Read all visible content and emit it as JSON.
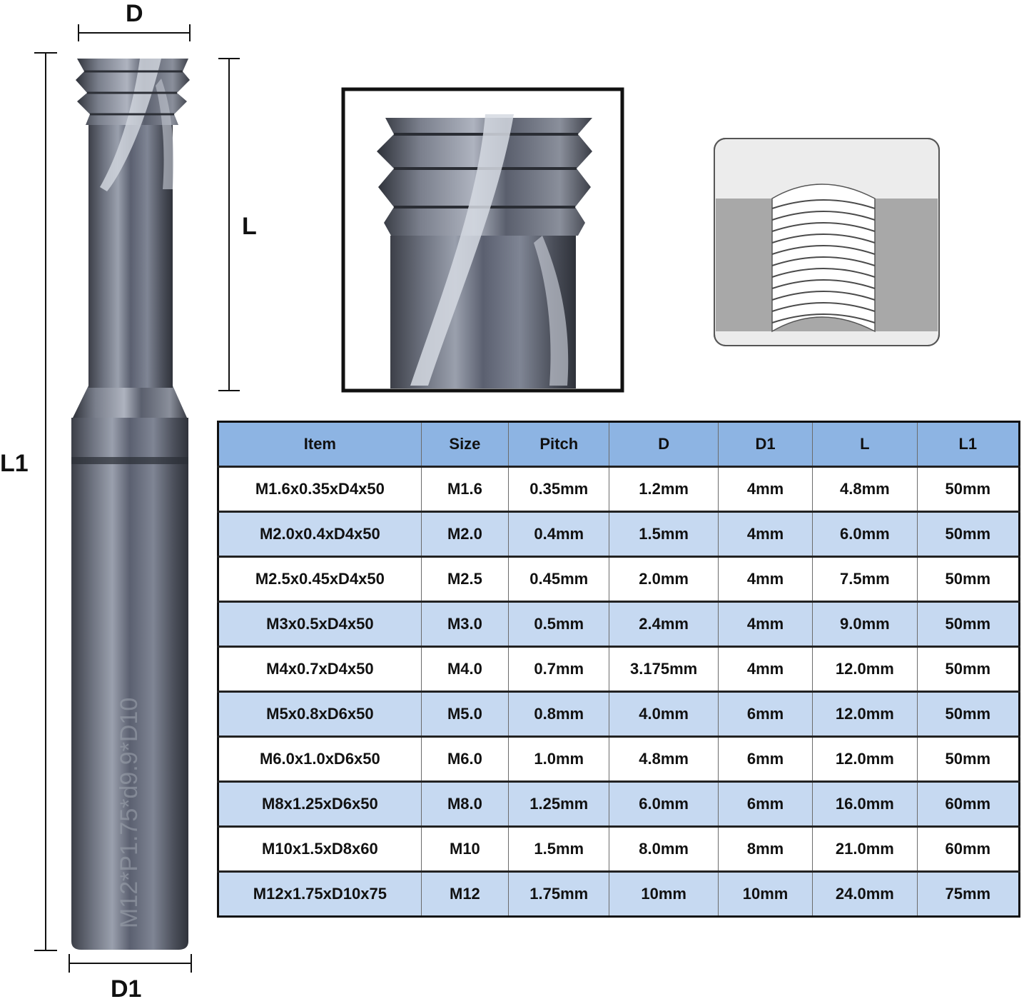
{
  "dimensions": {
    "d": "D",
    "l": "L",
    "l1": "L1",
    "d1": "D1"
  },
  "shank_marking": "M12*P1.75*d9.9*D10",
  "table": {
    "headers": [
      "Item",
      "Size",
      "Pitch",
      "D",
      "D1",
      "L",
      "L1"
    ],
    "rows": [
      [
        "M1.6x0.35xD4x50",
        "M1.6",
        "0.35mm",
        "1.2mm",
        "4mm",
        "4.8mm",
        "50mm"
      ],
      [
        "M2.0x0.4xD4x50",
        "M2.0",
        "0.4mm",
        "1.5mm",
        "4mm",
        "6.0mm",
        "50mm"
      ],
      [
        "M2.5x0.45xD4x50",
        "M2.5",
        "0.45mm",
        "2.0mm",
        "4mm",
        "7.5mm",
        "50mm"
      ],
      [
        "M3x0.5xD4x50",
        "M3.0",
        "0.5mm",
        "2.4mm",
        "4mm",
        "9.0mm",
        "50mm"
      ],
      [
        "M4x0.7xD4x50",
        "M4.0",
        "0.7mm",
        "3.175mm",
        "4mm",
        "12.0mm",
        "50mm"
      ],
      [
        "M5x0.8xD6x50",
        "M5.0",
        "0.8mm",
        "4.0mm",
        "6mm",
        "12.0mm",
        "50mm"
      ],
      [
        "M6.0x1.0xD6x50",
        "M6.0",
        "1.0mm",
        "4.8mm",
        "6mm",
        "12.0mm",
        "50mm"
      ],
      [
        "M8x1.25xD6x50",
        "M8.0",
        "1.25mm",
        "6.0mm",
        "6mm",
        "16.0mm",
        "60mm"
      ],
      [
        "M10x1.5xD8x60",
        "M10",
        "1.5mm",
        "8.0mm",
        "8mm",
        "21.0mm",
        "60mm"
      ],
      [
        "M12x1.75xD10x75",
        "M12",
        "1.75mm",
        "10mm",
        "10mm",
        "24.0mm",
        "75mm"
      ]
    ]
  }
}
